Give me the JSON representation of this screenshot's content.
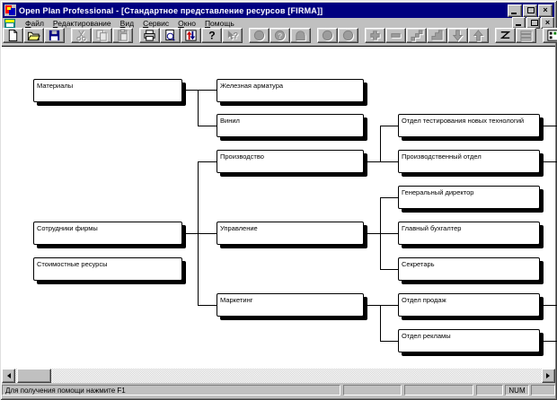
{
  "window": {
    "title": "Open Plan Professional - [Стандартное представление ресурсов [FIRMA]]"
  },
  "menu": {
    "items": [
      {
        "accel": "Ф",
        "rest": "айл"
      },
      {
        "accel": "Р",
        "rest": "едактирование"
      },
      {
        "accel": "В",
        "rest": "ид"
      },
      {
        "accel": "С",
        "rest": "ервис"
      },
      {
        "accel": "О",
        "rest": "кно"
      },
      {
        "accel": "П",
        "rest": "омощь"
      }
    ]
  },
  "toolbar": {
    "buttons": [
      {
        "name": "new",
        "enabled": true
      },
      {
        "name": "open",
        "enabled": true
      },
      {
        "name": "save",
        "enabled": true
      },
      {
        "name": "cut",
        "enabled": false
      },
      {
        "name": "copy",
        "enabled": false
      },
      {
        "name": "paste",
        "enabled": false
      },
      {
        "name": "print",
        "enabled": true
      },
      {
        "name": "print-preview",
        "enabled": true
      },
      {
        "name": "data-exchange",
        "enabled": true
      },
      {
        "name": "help",
        "enabled": true
      },
      {
        "name": "context-help",
        "enabled": false
      },
      {
        "name": "resource-node",
        "enabled": false
      },
      {
        "name": "resource-query",
        "enabled": false
      },
      {
        "name": "resource-pool",
        "enabled": false
      },
      {
        "name": "resource-a",
        "enabled": false
      },
      {
        "name": "resource-b",
        "enabled": false
      },
      {
        "name": "add-node",
        "enabled": false
      },
      {
        "name": "remove-node",
        "enabled": false
      },
      {
        "name": "link-nodes",
        "enabled": false
      },
      {
        "name": "step-chart",
        "enabled": false
      },
      {
        "name": "move-down",
        "enabled": false
      },
      {
        "name": "move-up",
        "enabled": false
      },
      {
        "name": "zigzag-view",
        "enabled": true
      },
      {
        "name": "table-view",
        "enabled": false
      },
      {
        "name": "window-layout",
        "enabled": true
      },
      {
        "name": "window-fit",
        "enabled": true
      }
    ]
  },
  "orgchart": {
    "nodes": [
      {
        "label": "Материалы"
      },
      {
        "label": "Железная арматура"
      },
      {
        "label": "Винил"
      },
      {
        "label": "Производство"
      },
      {
        "label": "Отдел тестирования новых технологий"
      },
      {
        "label": "Производственный отдел"
      },
      {
        "label": "Генеральный директор"
      },
      {
        "label": "Сотрудники фирмы"
      },
      {
        "label": "Управление"
      },
      {
        "label": "Главный бухгалтер"
      },
      {
        "label": "Стоимостные ресурсы"
      },
      {
        "label": "Секретарь"
      },
      {
        "label": "Маркетинг"
      },
      {
        "label": "Отдел продаж"
      },
      {
        "label": "Отдел рекламы"
      }
    ],
    "trees": [
      {
        "root": "Материалы",
        "children": [
          "Железная арматура",
          "Винил"
        ]
      },
      {
        "root": "Сотрудники фирмы",
        "children": [
          {
            "label": "Производство",
            "children": [
              "Отдел тестирования новых технологий",
              "Производственный отдел"
            ]
          },
          {
            "label": "Управление",
            "children": [
              "Генеральный директор",
              "Главный бухгалтер",
              "Секретарь"
            ]
          },
          {
            "label": "Маркетинг",
            "children": [
              "Отдел продаж",
              "Отдел рекламы"
            ]
          }
        ]
      },
      {
        "root": "Стоимостные ресурсы",
        "children": []
      }
    ]
  },
  "statusbar": {
    "message": "Для получения помощи нажмите F1",
    "num_indicator": "NUM"
  },
  "colors": {
    "titlebar": "#000080",
    "chrome": "#c0c0c0",
    "canvas": "#ffffff",
    "line": "#000000"
  }
}
